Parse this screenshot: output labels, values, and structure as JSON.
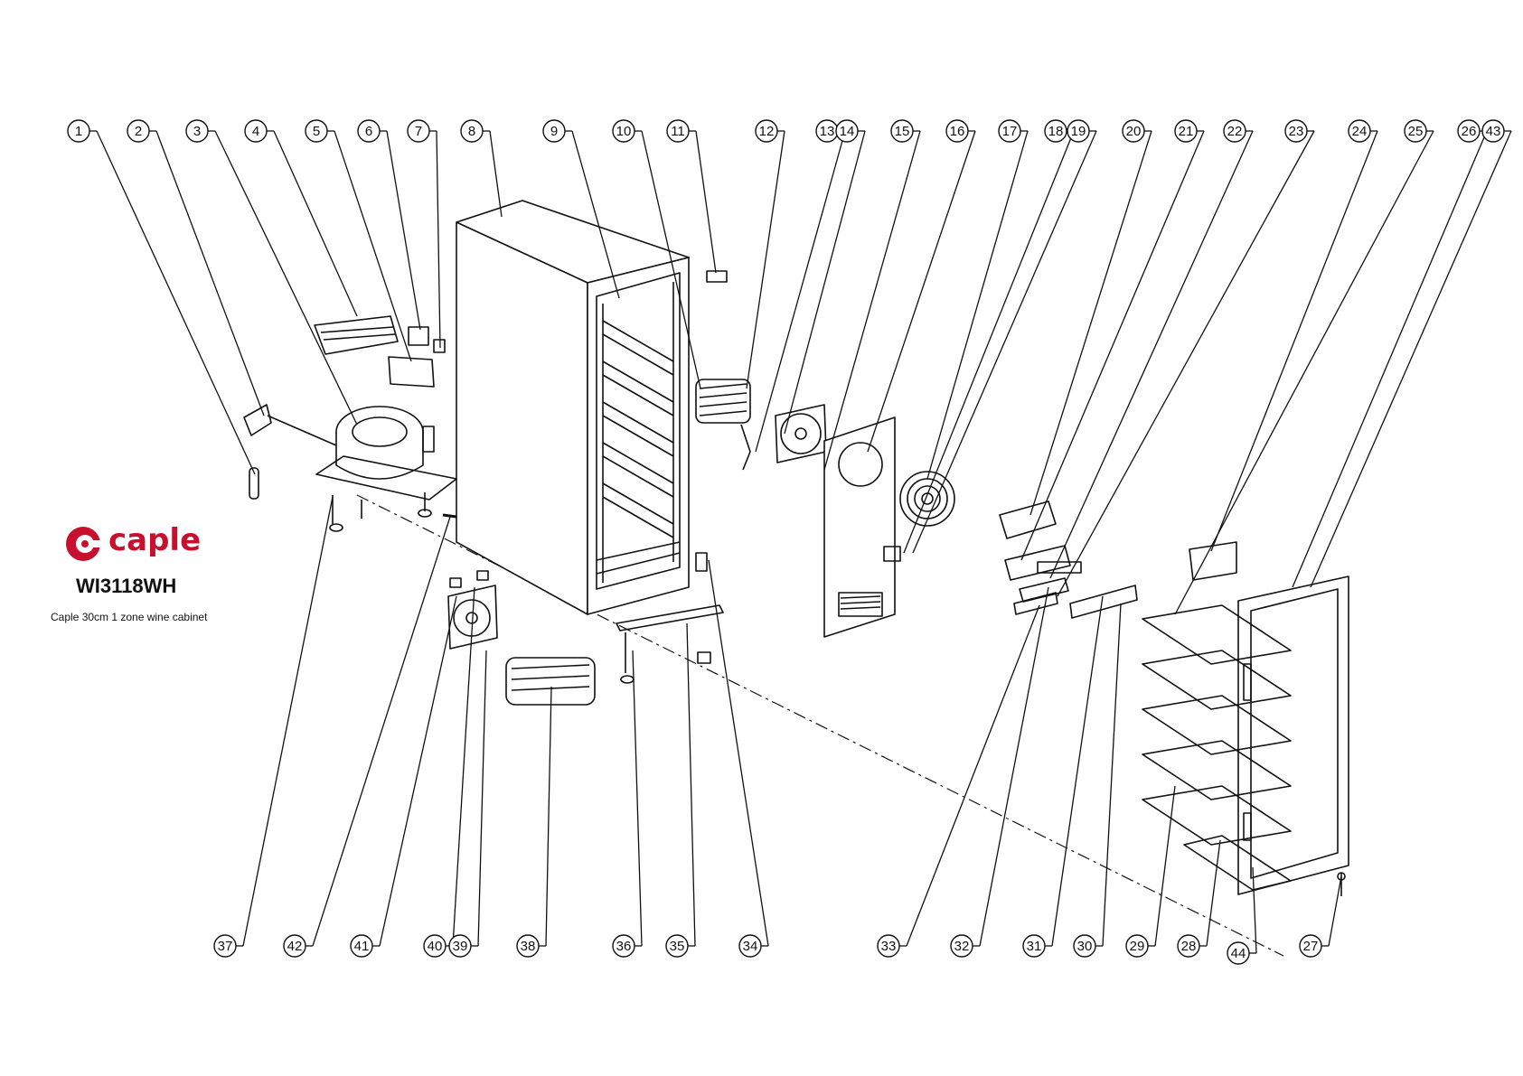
{
  "brand": {
    "name": "caple",
    "color": "#c8102e",
    "logo_icon": "caple-c-logo-icon"
  },
  "product": {
    "model": "WI3118WH",
    "description": "Caple 30cm 1 zone wine cabinet"
  },
  "parts_top": [
    "1",
    "2",
    "3",
    "4",
    "5",
    "6",
    "7",
    "8",
    "9",
    "10",
    "11",
    "12",
    "13",
    "14",
    "15",
    "16",
    "17",
    "18",
    "19",
    "20",
    "21",
    "22",
    "23",
    "24",
    "25",
    "26",
    "43"
  ],
  "parts_bottom": [
    "37",
    "42",
    "41",
    "40",
    "39",
    "38",
    "36",
    "35",
    "34",
    "33",
    "32",
    "31",
    "30",
    "29",
    "28",
    "44",
    "27"
  ]
}
